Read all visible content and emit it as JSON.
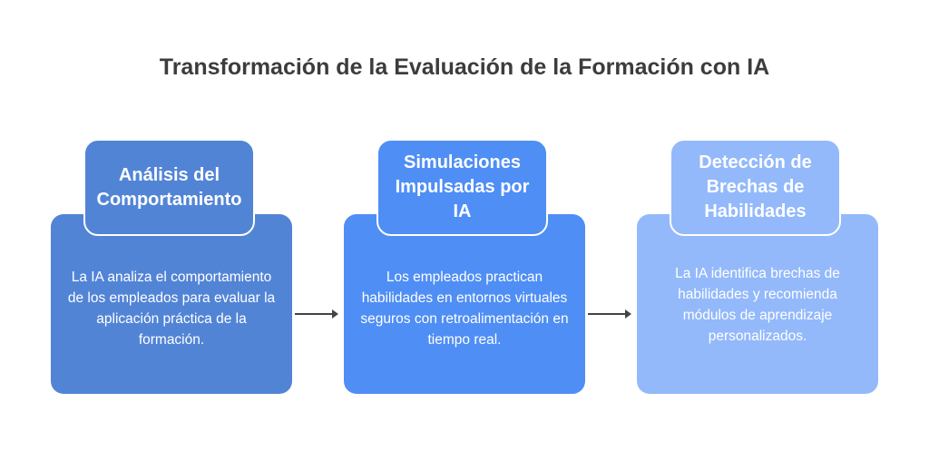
{
  "title": "Transformación de la Evaluación de la Formación con IA",
  "steps": [
    {
      "heading": "Análisis del Comportamiento",
      "text": "La IA analiza el comportamiento de los empleados para evaluar la aplicación práctica de la formación.",
      "color": "#5284d6"
    },
    {
      "heading": "Simulaciones Impulsadas por IA",
      "text": "Los empleados practican habilidades en entornos virtuales seguros con retroalimentación en tiempo real.",
      "color": "#4f8ef5"
    },
    {
      "heading": "Detección de Brechas de Habilidades",
      "text": "La IA identifica brechas de habilidades y recomienda módulos de aprendizaje personalizados.",
      "color": "#93b9fb"
    }
  ]
}
